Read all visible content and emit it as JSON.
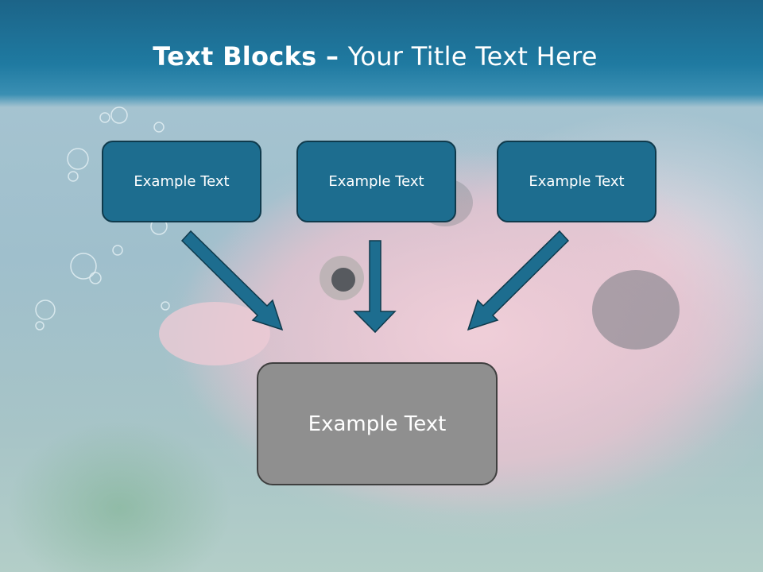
{
  "slide": {
    "title_bold": "Text Blocks",
    "title_dash": " – ",
    "title_rest": "Your Title Text Here"
  },
  "diagram": {
    "top_blocks": [
      {
        "label": "Example Text"
      },
      {
        "label": "Example Text"
      },
      {
        "label": "Example Text"
      }
    ],
    "target_block": {
      "label": "Example Text"
    }
  },
  "colors": {
    "title_band": "#1f7aa1",
    "top_block_fill": "#1d6d8f",
    "top_block_border": "#0f3a4c",
    "target_block_fill": "#8f8f8f",
    "arrow_fill": "#1d6d8f"
  }
}
